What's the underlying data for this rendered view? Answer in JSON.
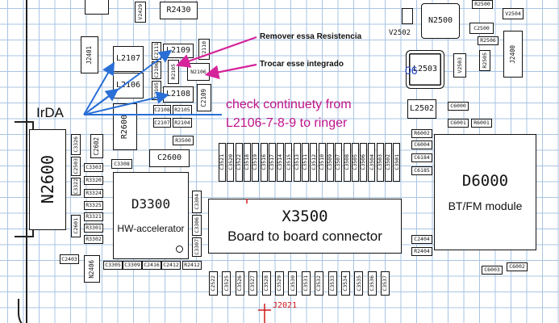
{
  "annotations": {
    "remove_resistor": "Remover essa Resistencia",
    "replace_ic": "Trocar esse integrado",
    "check_line1": "check continuety from",
    "check_line2": "L2106-7-8-9 to ringer",
    "irda": "IrDA",
    "bt_fm": "BT/FM module",
    "hw_accel": "HW-accelerator",
    "board_connector": "Board to board connector"
  },
  "colors": {
    "grid": "#a9c4e3",
    "arrow_blue": "#2a6fd6",
    "arrow_magenta": "#d6259a",
    "check_text": "#c0158a",
    "mark_red": "#d01818",
    "tag_06": "#1d3fbf"
  },
  "components": {
    "n2600": "N2600",
    "d3300": "D3300",
    "x3500": "X3500",
    "d6000": "D6000",
    "c2600": "C2600",
    "r2600": "R2600",
    "l2107": "L2107",
    "l2106": "L2106",
    "l2109": "L2109",
    "l2108": "L2108",
    "r2105": "R2105",
    "n2106": "N2106",
    "c2109": "C2109",
    "j2401": "J2401",
    "r2430": "R2430",
    "v2429": "V2429",
    "l2502": "L2502",
    "l2503": "L2503",
    "tag_06": "06",
    "n2500": "N2500",
    "v2502": "V2502",
    "c2500": "C2500",
    "r2500": "R2500",
    "r2506": "R2506",
    "j2400": "J2400",
    "v2504": "V2504",
    "c2602": "C2602",
    "c3308": "C3308",
    "r3500": "R3500",
    "c2108": "C2108",
    "c2107": "C2107",
    "r2104": "R2104",
    "c2106": "C2106",
    "c2105": "C2105",
    "c2111": "C2111",
    "c2110": "C2110",
    "c6000": "C6000",
    "c6001": "C6001",
    "r6001": "R6001",
    "r6002": "R6002",
    "c6004": "C6004",
    "c6184": "C6184",
    "c6185": "C6185",
    "c2404": "C2404",
    "r2404": "R2404",
    "c6003": "C6003",
    "c6002": "C6002",
    "n2406": "N2406",
    "c2403": "C2403",
    "c2601": "C2601",
    "c3307": "C3307",
    "c3306": "C3306",
    "c3304": "C3304",
    "j2021": "J2021",
    "c2503": "C2503",
    "c3303": "C3303",
    "r3320": "R3320",
    "r3324": "R3324",
    "r3325": "R3325",
    "r3321": "R3321",
    "r3301": "R3301",
    "r3302": "R3302",
    "c3322": "C3322",
    "c3326": "C3326",
    "c2601_2": "C2601",
    "c3305": "C3305",
    "c3309": "C3309",
    "c2416": "C2416",
    "c2412": "C2412",
    "r2412": "R2412",
    "v2503": "V2503",
    "r2505": "R2505",
    "top_row": [
      "C3521",
      "C3520",
      "C3522",
      "C3518",
      "C3519",
      "C3516",
      "C3517",
      "C3514",
      "C3515",
      "C3513",
      "C3511",
      "C3512",
      "C3510",
      "C3509",
      "C3507",
      "C3508",
      "C3505",
      "C3506",
      "C3504",
      "C3503",
      "C3502",
      "C3501"
    ],
    "bottom_row": [
      "C2522",
      "C3525",
      "C3526",
      "C3527",
      "C3528",
      "C3529",
      "C3530",
      "C3531",
      "C3532",
      "C3533",
      "C3534",
      "C3535",
      "C3536",
      "C3537"
    ]
  }
}
